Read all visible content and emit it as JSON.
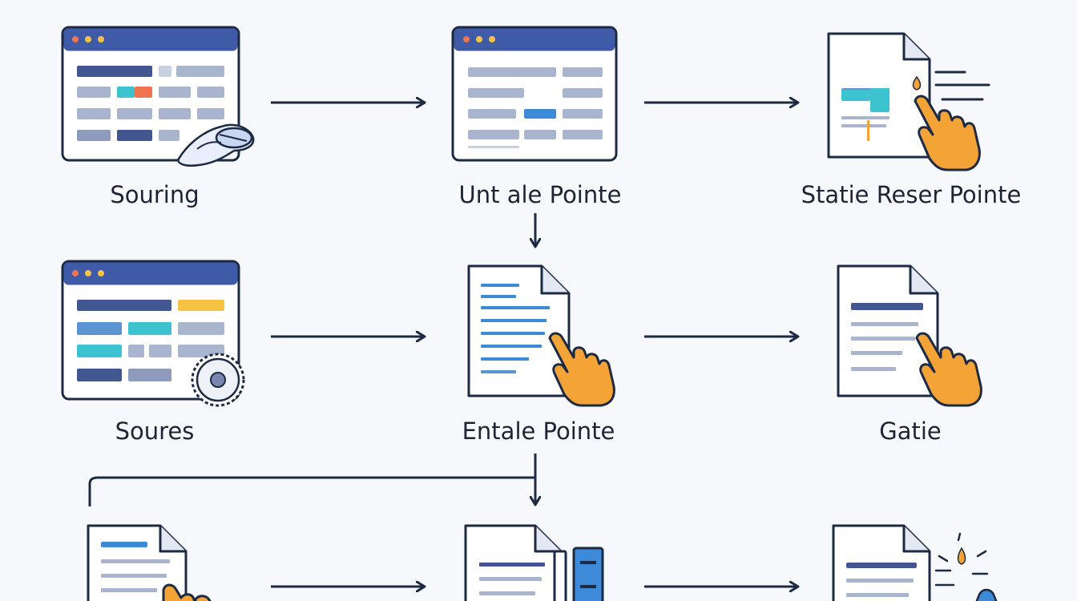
{
  "nodes": {
    "souring": {
      "label": "Souring",
      "icon": "spreadsheet-window-icon",
      "badge": "mouse-hand-icon"
    },
    "unt_ale_pointe": {
      "label": "Unt ale Pointe",
      "icon": "spreadsheet-window-icon"
    },
    "statie_reser_pointe": {
      "label": "Statie Reser Pointe",
      "icon": "document-with-pointing-hand-icon"
    },
    "soures": {
      "label": "Soures",
      "icon": "spreadsheet-window-icon",
      "badge": "gear-icon"
    },
    "entale_pointe": {
      "label": "Entale Pointe",
      "icon": "document-with-pointing-hand-icon"
    },
    "gatie": {
      "label": "Gatie",
      "icon": "document-with-pointing-hand-icon"
    },
    "row3_left": {
      "label": "",
      "icon": "document-with-pointing-hand-icon"
    },
    "row3_middle": {
      "label": "",
      "icon": "document-with-sidebar-icon"
    },
    "row3_right": {
      "label": "",
      "icon": "document-with-sparkle-icon"
    }
  },
  "colors": {
    "outline": "#1d2a44",
    "window_header": "#3f5aa6",
    "bar_dark": "#42568f",
    "bar_light": "#a9b5cf",
    "bar_blue": "#3d8ad9",
    "teal": "#3cc3cf",
    "orange": "#f4a337",
    "coral": "#f07352",
    "yellow_dot": "#f5c242"
  }
}
